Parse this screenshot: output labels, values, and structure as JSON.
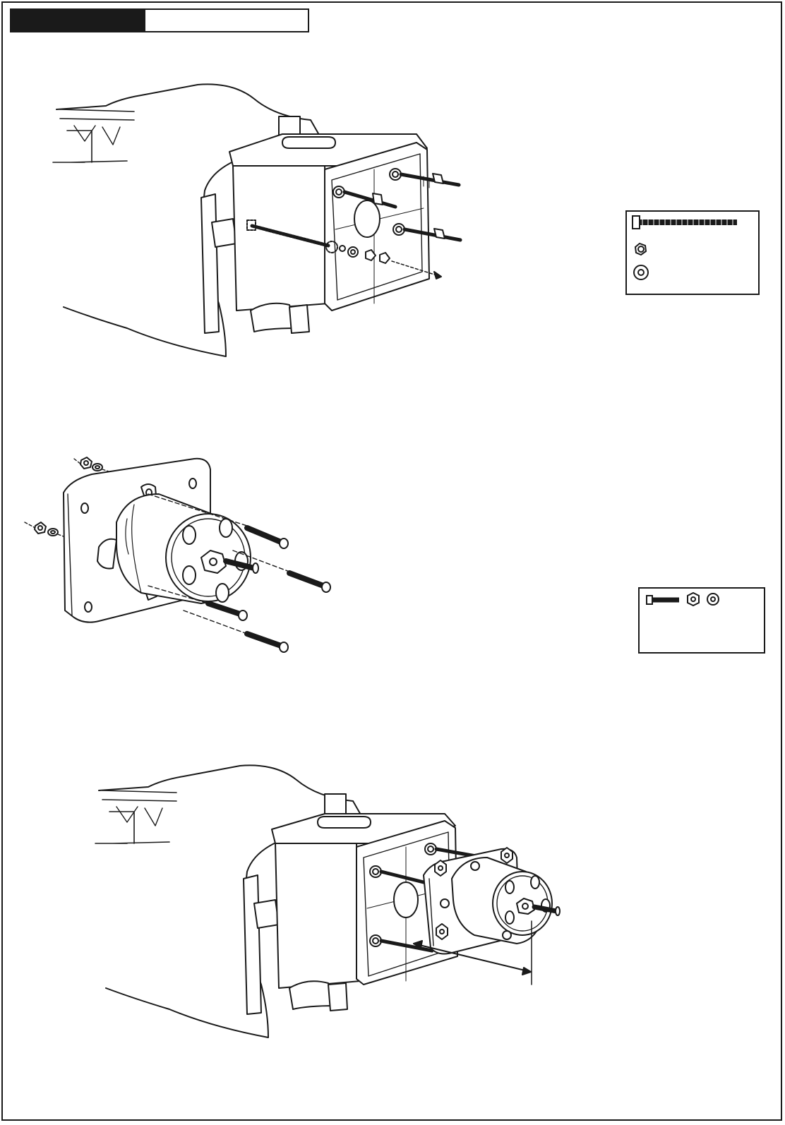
{
  "page": {
    "header": {
      "black_block": "",
      "white_block": ""
    },
    "colors": {
      "ink": "#1a1a1a",
      "paper": "#ffffff",
      "fill_light": "#f4f4f4"
    }
  },
  "steps": [
    {
      "id": "step-1",
      "description_text": ""
    },
    {
      "id": "step-2",
      "description_text": ""
    },
    {
      "id": "step-3",
      "description_text": ""
    }
  ],
  "hardware_boxes": [
    {
      "id": "hardware-box-1",
      "items": [
        "long-bolt-icon",
        "hex-nut-icon",
        "washer-icon"
      ]
    },
    {
      "id": "hardware-box-2",
      "items": [
        "socket-screw-icon",
        "hex-nut-icon",
        "washer-icon"
      ]
    }
  ]
}
